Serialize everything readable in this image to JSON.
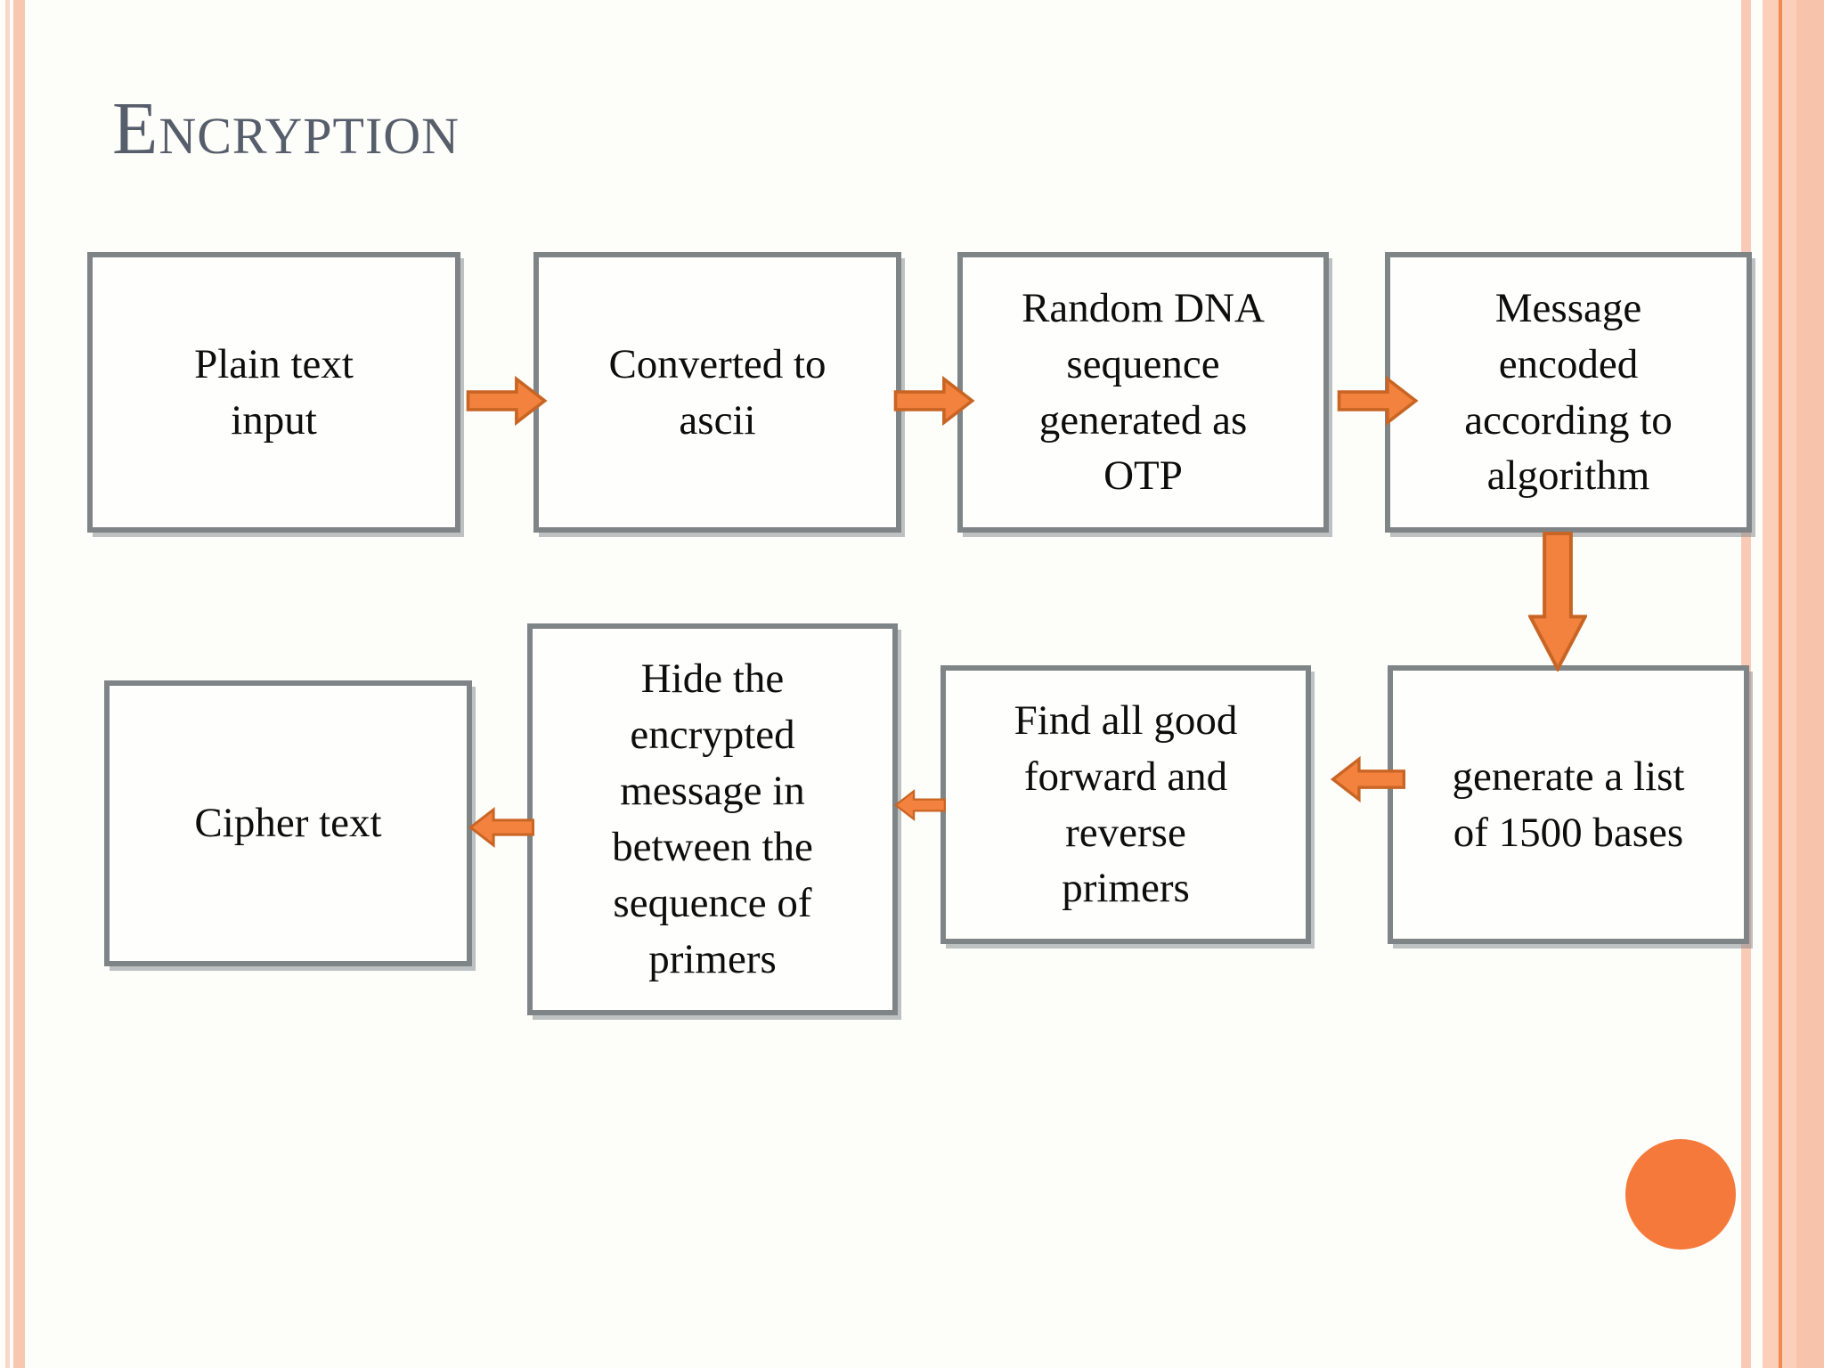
{
  "slide": {
    "title": "ENCRYPTION"
  },
  "palette": {
    "accent_orange": "#f5793a",
    "arrow_fill": "#f2823e",
    "arrow_stroke": "#c96524",
    "box_border_gray": "#7f8487",
    "box_fill": "#fefefc",
    "title_color": "#575e6b",
    "stripe_pink_light": "#fbd6c6",
    "stripe_pink": "#f8c7b0",
    "stripe_dark_line": "#ef8b51"
  },
  "flow": {
    "boxes": [
      {
        "id": "plain-text-input",
        "label": "Plain text\ninput"
      },
      {
        "id": "converted-to-ascii",
        "label": "Converted to\nascii"
      },
      {
        "id": "random-dna-otp",
        "label": "Random DNA\nsequence\ngenerated as\nOTP"
      },
      {
        "id": "message-encoded",
        "label": "Message\nencoded\naccording to\nalgorithm"
      },
      {
        "id": "generate-list",
        "label": "generate a list\nof 1500 bases"
      },
      {
        "id": "find-primers",
        "label": "Find all good\nforward and\nreverse\nprimers"
      },
      {
        "id": "hide-message",
        "label": "Hide the\nencrypted\nmessage in\nbetween the\nsequence of\nprimers"
      },
      {
        "id": "cipher-text",
        "label": "Cipher text"
      }
    ],
    "arrows": [
      {
        "from": "plain-text-input",
        "to": "converted-to-ascii",
        "direction": "right"
      },
      {
        "from": "converted-to-ascii",
        "to": "random-dna-otp",
        "direction": "right"
      },
      {
        "from": "random-dna-otp",
        "to": "message-encoded",
        "direction": "right"
      },
      {
        "from": "message-encoded",
        "to": "generate-list",
        "direction": "down"
      },
      {
        "from": "generate-list",
        "to": "find-primers",
        "direction": "left"
      },
      {
        "from": "find-primers",
        "to": "hide-message",
        "direction": "left"
      },
      {
        "from": "hide-message",
        "to": "cipher-text",
        "direction": "left"
      }
    ],
    "decorations": {
      "circle_color": "#f5793a"
    }
  }
}
